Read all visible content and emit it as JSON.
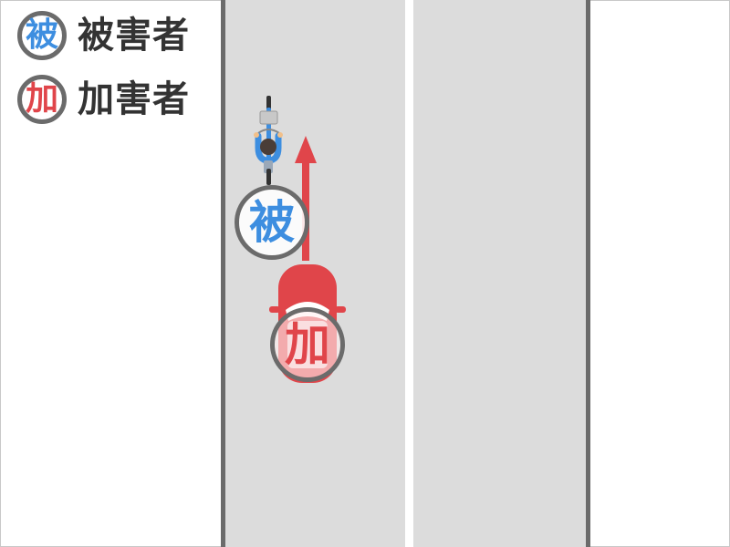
{
  "legend": {
    "victim": {
      "badge": "被",
      "label": "被害者",
      "color": "#3d8ee0"
    },
    "perpetrator": {
      "badge": "加",
      "label": "加害者",
      "color": "#e0454a"
    }
  },
  "scene": {
    "road": {
      "fill": "#dcdcdc",
      "edge_color": "#6b6b6b",
      "center_line_color": "#ffffff"
    },
    "victim_vehicle": {
      "type": "bicycle",
      "badge": "被",
      "color": "#3d8ee0"
    },
    "perpetrator_vehicle": {
      "type": "car",
      "badge": "加",
      "color": "#e0454a"
    },
    "arrow": {
      "direction": "up",
      "color": "#e0454a"
    }
  }
}
